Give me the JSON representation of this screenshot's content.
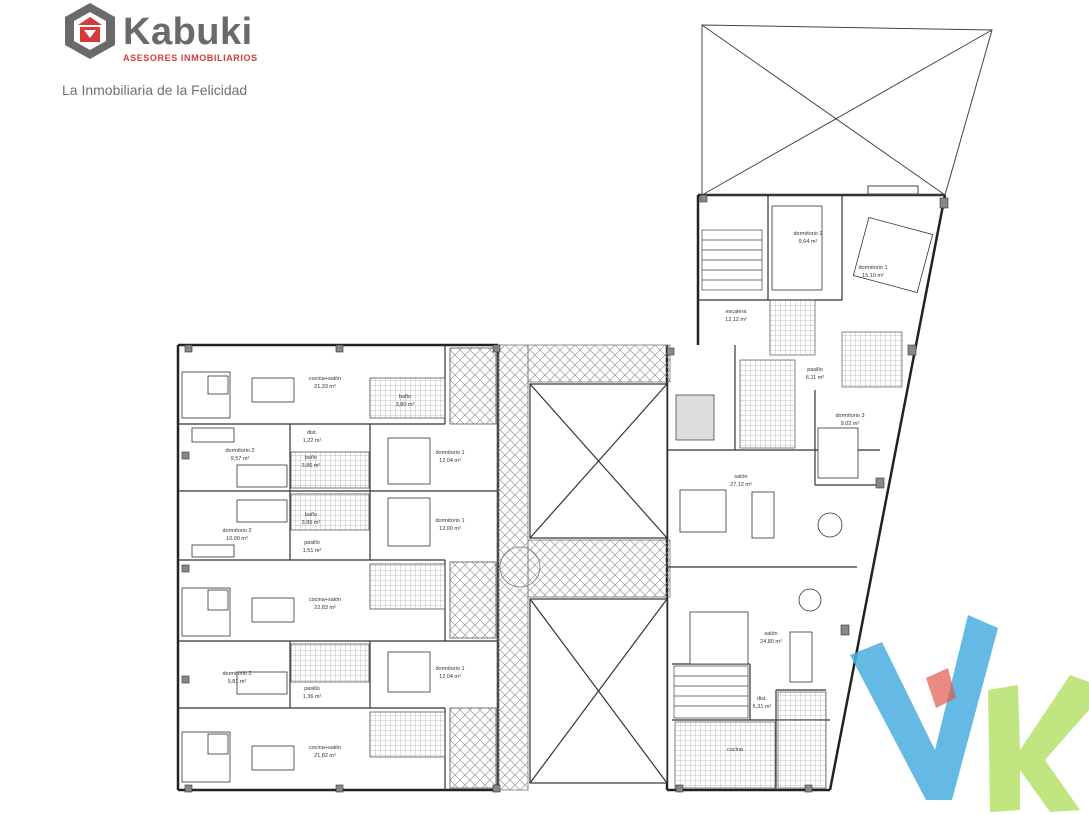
{
  "brand": {
    "wordmark": "Kabuki",
    "subtitle": "ASESORES INMOBILIARIOS",
    "tagline": "La Inmobiliaria de la Felicidad",
    "color_primary": "#6a6a6a",
    "color_accent": "#d43c3c",
    "logo_icon": "house-shield-icon"
  },
  "watermark": {
    "icon": "vk-watermark-icon",
    "color_v": "#4aaee0",
    "color_k": "#b6e06a",
    "color_stripe": "#e2584f"
  },
  "rooms": [
    {
      "id": "a1-cocina-salon",
      "name": "cocina+salón",
      "area": "21,33 m²"
    },
    {
      "id": "a1-bano",
      "name": "baño",
      "area": "3,80 m²"
    },
    {
      "id": "a1-dist",
      "name": "dist.",
      "area": "1,22 m²"
    },
    {
      "id": "a1-dormitorio-2",
      "name": "dormitorio 2",
      "area": "9,57 m²"
    },
    {
      "id": "a1-bano-2",
      "name": "baño",
      "area": "3,86 m²"
    },
    {
      "id": "a1-dormitorio-1",
      "name": "dormitorio 1",
      "area": "12,04 m²"
    },
    {
      "id": "a2-bano",
      "name": "baño",
      "area": "3,86 m²"
    },
    {
      "id": "a2-dormitorio-2",
      "name": "dormitorio 2",
      "area": "10,00 m²"
    },
    {
      "id": "a2-dormitorio-1",
      "name": "dormitorio 1",
      "area": "12,00 m²"
    },
    {
      "id": "a2-pasillo",
      "name": "pasillo",
      "area": "1,51 m²"
    },
    {
      "id": "a2-cocina-salon",
      "name": "cocina+salón",
      "area": "22,83 m²"
    },
    {
      "id": "a3-dormitorio-2",
      "name": "dormitorio 2",
      "area": "9,81 m²"
    },
    {
      "id": "a3-dormitorio-1",
      "name": "dormitorio 1",
      "area": "12,04 m²"
    },
    {
      "id": "a3-pasillo",
      "name": "pasillo",
      "area": "1,36 m²"
    },
    {
      "id": "a3-cocina-salon",
      "name": "cocina+salón",
      "area": "21,82 m²"
    },
    {
      "id": "escalera",
      "name": "escalera",
      "area": "12,12 m²"
    },
    {
      "id": "b1-dormitorio-2",
      "name": "dormitorio 2",
      "area": "9,64 m²"
    },
    {
      "id": "b1-dormitorio-1",
      "name": "dormitorio 1",
      "area": "15,10 m²"
    },
    {
      "id": "b1-pasillo",
      "name": "pasillo",
      "area": "6,11 m²"
    },
    {
      "id": "b1-dormitorio-3",
      "name": "dormitorio 3",
      "area": "9,02 m²"
    },
    {
      "id": "b1-salon",
      "name": "salón",
      "area": "27,12 m²"
    },
    {
      "id": "b2-salon",
      "name": "salón",
      "area": "24,80 m²"
    },
    {
      "id": "b2-dist",
      "name": "dist.",
      "area": "6,31 m²"
    },
    {
      "id": "b2-cocina",
      "name": "cocina",
      "area": ""
    }
  ]
}
